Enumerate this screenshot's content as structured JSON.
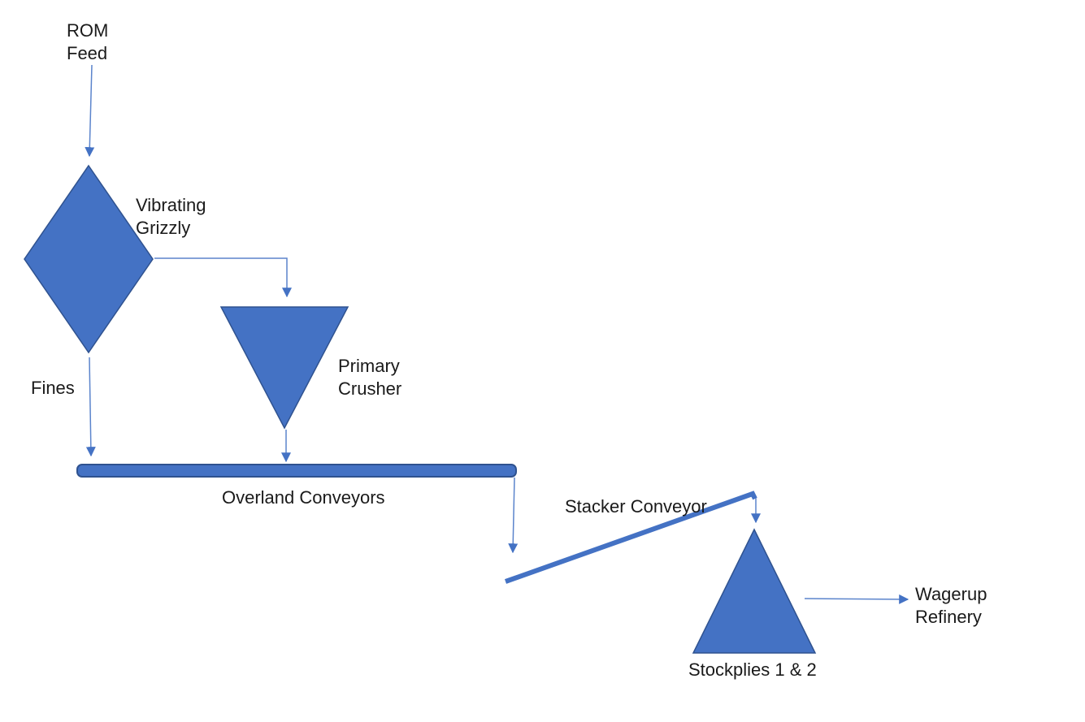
{
  "diagram": {
    "type": "process-flow",
    "nodes": {
      "rom_feed": {
        "label": "ROM\nFeed",
        "shape": "none"
      },
      "vibrating_grizzly": {
        "label": "Vibrating\nGrizzly",
        "shape": "diamond"
      },
      "primary_crusher": {
        "label": "Primary\nCrusher",
        "shape": "inverted-triangle"
      },
      "overland_conveyors": {
        "label": "Overland Conveyors",
        "shape": "rounded-bar"
      },
      "stacker_conveyor": {
        "label": "Stacker Conveyor",
        "shape": "inclined-line"
      },
      "stockpiles": {
        "label": "Stockplies 1 & 2",
        "shape": "triangle"
      },
      "wagerup_refinery": {
        "label": "Wagerup\nRefinery",
        "shape": "none"
      }
    },
    "edge_labels": {
      "fines": "Fines"
    },
    "edges": [
      {
        "from": "ROM Feed",
        "to": "Vibrating Grizzly"
      },
      {
        "from": "Vibrating Grizzly",
        "to": "Primary Crusher"
      },
      {
        "from": "Vibrating Grizzly",
        "to": "Overland Conveyors",
        "label": "Fines"
      },
      {
        "from": "Primary Crusher",
        "to": "Overland Conveyors"
      },
      {
        "from": "Overland Conveyors",
        "to": "Stacker Conveyor"
      },
      {
        "from": "Stacker Conveyor",
        "to": "Stockplies 1 & 2"
      },
      {
        "from": "Stockplies 1 & 2",
        "to": "Wagerup Refinery"
      }
    ],
    "colors": {
      "shape_fill": "#4472C4",
      "shape_stroke": "#2F528F",
      "connector": "#5B84CC",
      "arrowhead": "#4472C4",
      "text": "#1A1A1A",
      "background": "#FFFFFF"
    }
  }
}
